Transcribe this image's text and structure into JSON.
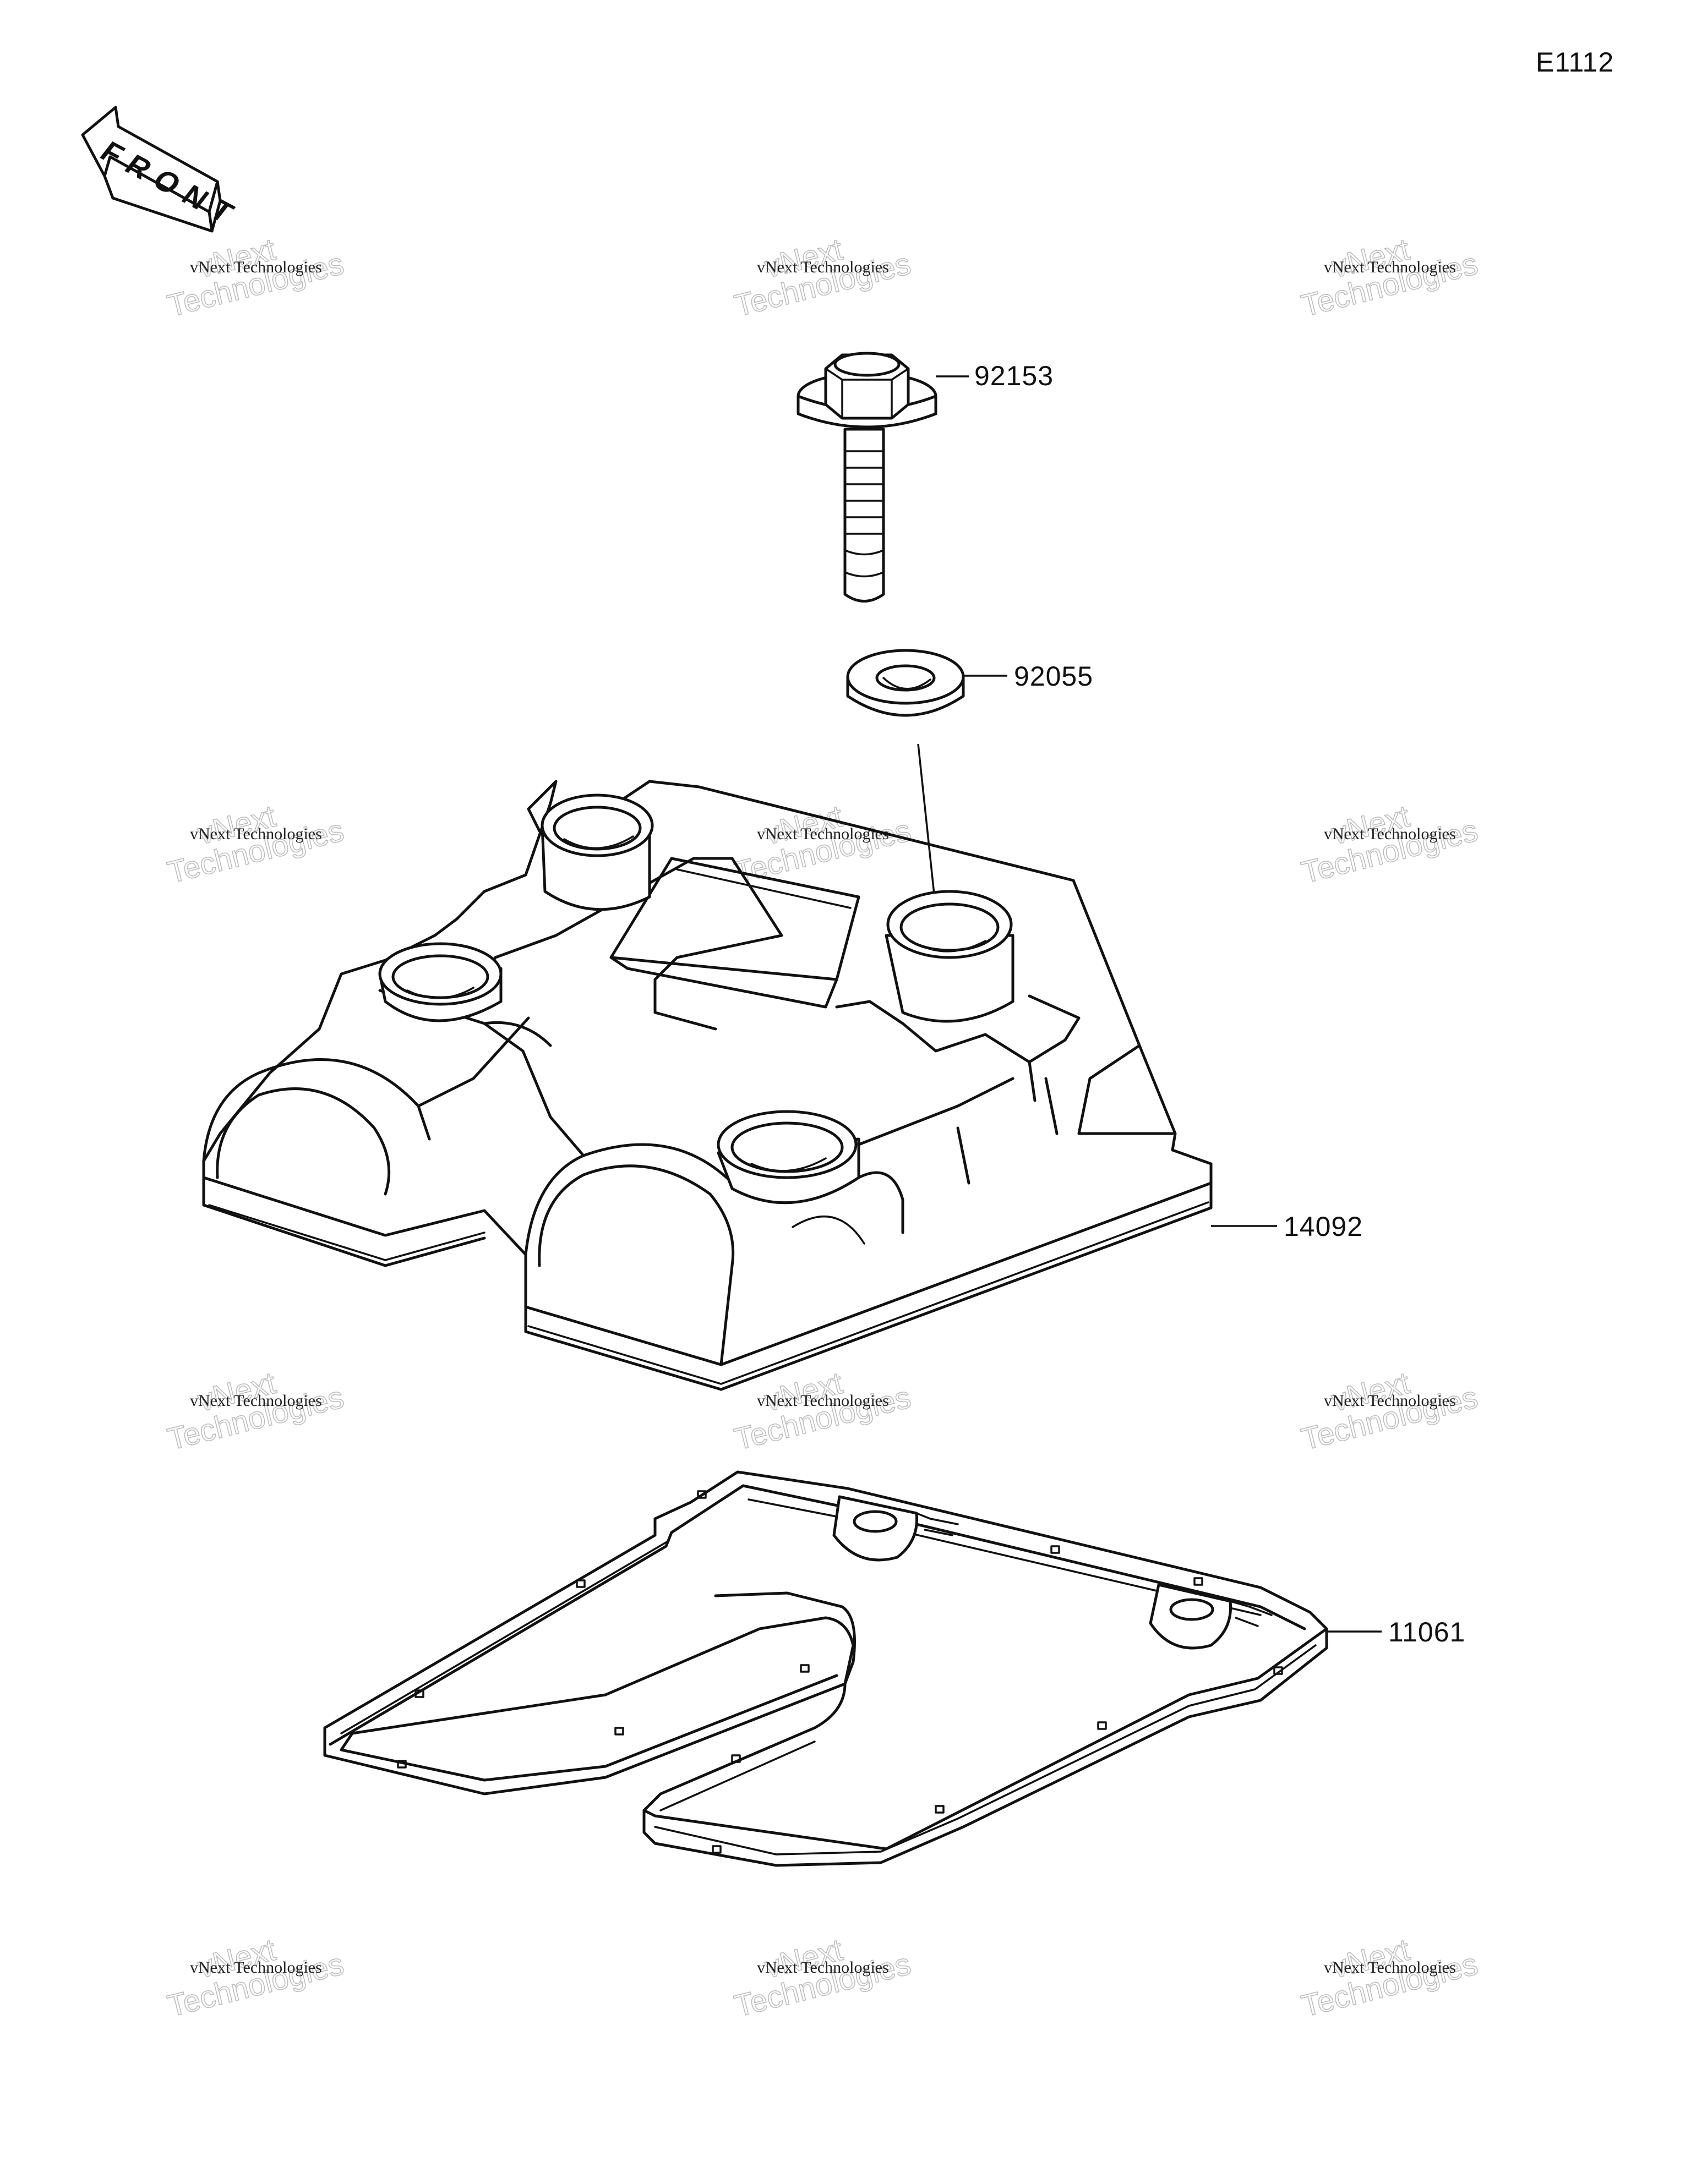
{
  "diagram_code": "E1112",
  "front_label": "FRONT",
  "watermark": {
    "line1": "vNext Technologies",
    "line2_a": "vNext",
    "line2_b": "Technologies"
  },
  "parts": [
    {
      "part_number": "92153",
      "name": "bolt"
    },
    {
      "part_number": "92055",
      "name": "washer"
    },
    {
      "part_number": "14092",
      "name": "cylinder-head-cover"
    },
    {
      "part_number": "11061",
      "name": "gasket"
    }
  ]
}
